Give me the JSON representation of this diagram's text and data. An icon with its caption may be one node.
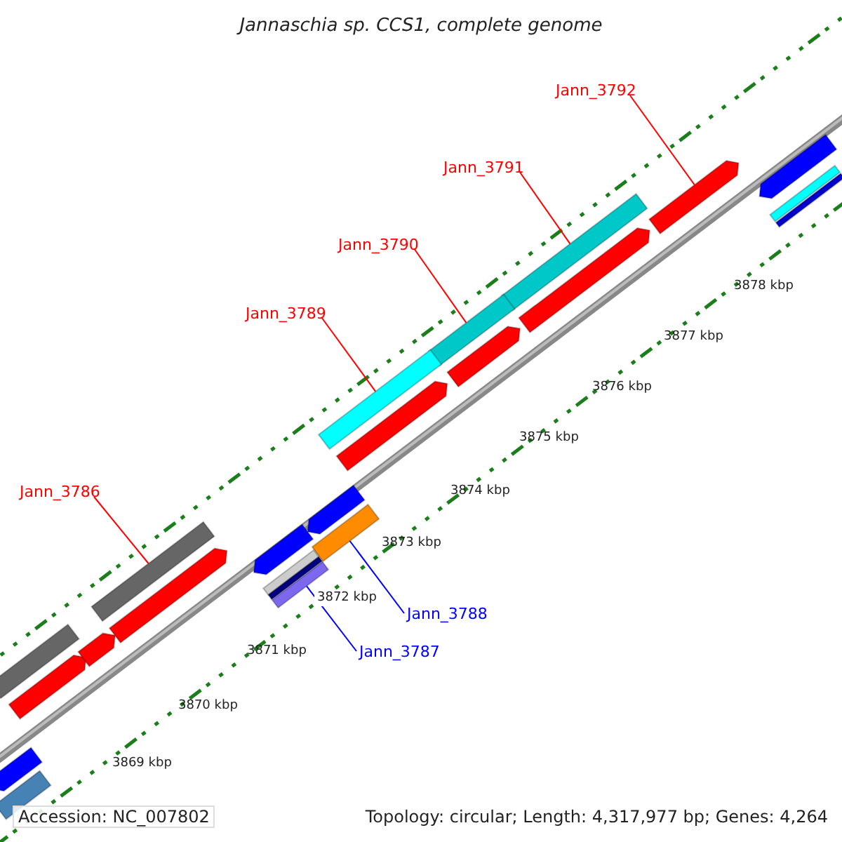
{
  "diagram": {
    "title": "Jannaschia sp. CCS1, complete genome",
    "nodes": [
      {
        "text": [
          "Jann_3792"
        ]
      },
      {
        "text": [],
        "shape": "bar"
      },
      {
        "text": [
          "Jann_3791"
        ]
      },
      {
        "text": [],
        "shape": "bar"
      },
      {
        "text": [
          "Jann_3790"
        ]
      },
      {
        "text": [],
        "shape": "bar"
      },
      {
        "text": [
          "Jann_3789"
        ]
      },
      {
        "text": [],
        "shape": "bar"
      },
      {
        "text": [
          "Jann_3786"
        ]
      },
      {
        "text": [],
        "shape": "bar"
      },
      {
        "text": [
          "Jann_3788"
        ]
      },
      {
        "text": [],
        "shape": "bar"
      },
      {
        "text": [
          "Jann_3787"
        ]
      },
      {
        "text": [],
        "shape": "bar"
      },
      {
        "text": [],
        "shape": "bar"
      },
      {
        "text": [],
        "shape": "bar"
      },
      {
        "text": [],
        "shape": "bar"
      },
      {
        "text": [],
        "shape": "bar"
      },
      {
        "text": [],
        "shape": "bar"
      },
      {
        "text": [],
        "shape": "bar"
      },
      {
        "text": [],
        "shape": "bar"
      },
      {
        "text": [],
        "shape": "bar"
      },
      {
        "text": [],
        "shape": "bar"
      },
      {
        "text": [],
        "shape": "bar"
      },
      {
        "text": [],
        "shape": "bar"
      },
      {
        "text": [],
        "shape": "bar"
      },
      {
        "text": [],
        "shape": "bar"
      },
      {
        "text": [],
        "shape": "bar"
      },
      {
        "text": [],
        "shape": "bar"
      },
      {
        "text": [],
        "shape": "bar"
      }
    ],
    "edges": [
      {
        "from": 0,
        "to": 1,
        "arrow": "none"
      },
      {
        "from": 2,
        "to": 3,
        "arrow": "none"
      },
      {
        "from": 4,
        "to": 5,
        "arrow": "none"
      },
      {
        "from": 6,
        "to": 7,
        "arrow": "none"
      },
      {
        "from": 8,
        "to": 9,
        "arrow": "none"
      },
      {
        "from": 10,
        "to": 11,
        "arrow": "none",
        "color": "#0000ff"
      },
      {
        "from": 12,
        "to": 13,
        "arrow": "none",
        "color": "#0000ff"
      }
    ],
    "labels": [
      "3878 kbp",
      "3877 kbp",
      "3876 kbp",
      "3875 kbp",
      "3874 kbp",
      "3873 kbp",
      "3872 kbp",
      "3871 kbp",
      "3870 kbp",
      "3869 kbp",
      "Accession: NC_007802",
      "Topology: circular; Length: 4,317,977 bp; Genes: 4,264"
    ]
  }
}
